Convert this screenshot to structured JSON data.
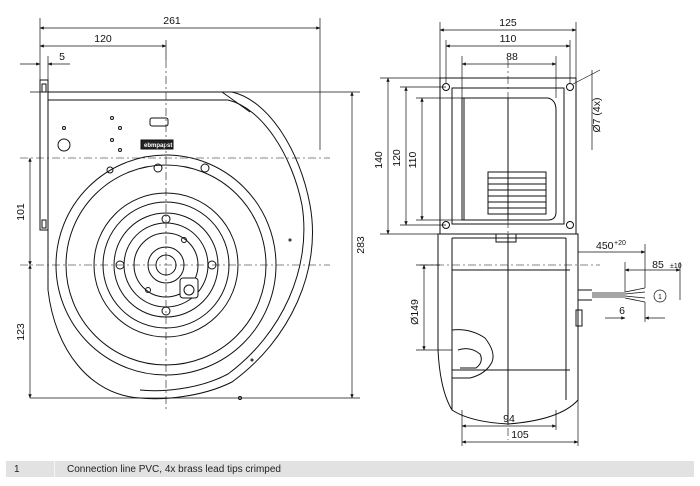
{
  "front_view": {
    "dimensions": {
      "overall_width": "261",
      "inlet_offset": "120",
      "flange_thickness": "5",
      "height_overall": "283",
      "height_upper": "101",
      "height_lower": "123"
    },
    "brand": "ebmpapst"
  },
  "side_view": {
    "dimensions": {
      "outer_width": "125",
      "hole_spacing_w": "110",
      "outlet_width": "88",
      "outer_height": "140",
      "hole_spacing_h": "120",
      "outlet_height": "110",
      "hole_dia": "Ø7 (4x)",
      "motor_dia": "Ø149",
      "depth_inner": "94",
      "depth_outer": "105",
      "cable_length": "450",
      "cable_length_tol": "+20",
      "lead_length": "85",
      "lead_length_tol": "±10",
      "lead_tip": "6",
      "callout": "1"
    }
  },
  "legend": [
    {
      "index": "1",
      "text": "Connection line PVC, 4x brass lead tips crimped"
    }
  ]
}
